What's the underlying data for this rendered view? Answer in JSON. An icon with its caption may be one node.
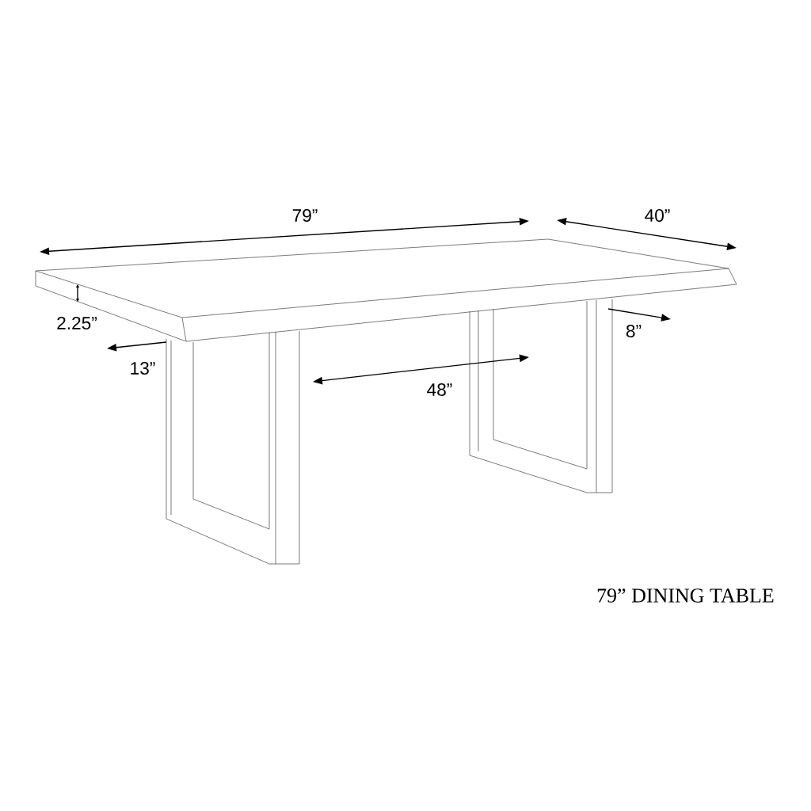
{
  "diagram": {
    "title": "79” DINING TABLE",
    "labels": [
      "79”",
      "40”",
      "2.25”",
      "13”",
      "8”",
      "48”"
    ]
  }
}
